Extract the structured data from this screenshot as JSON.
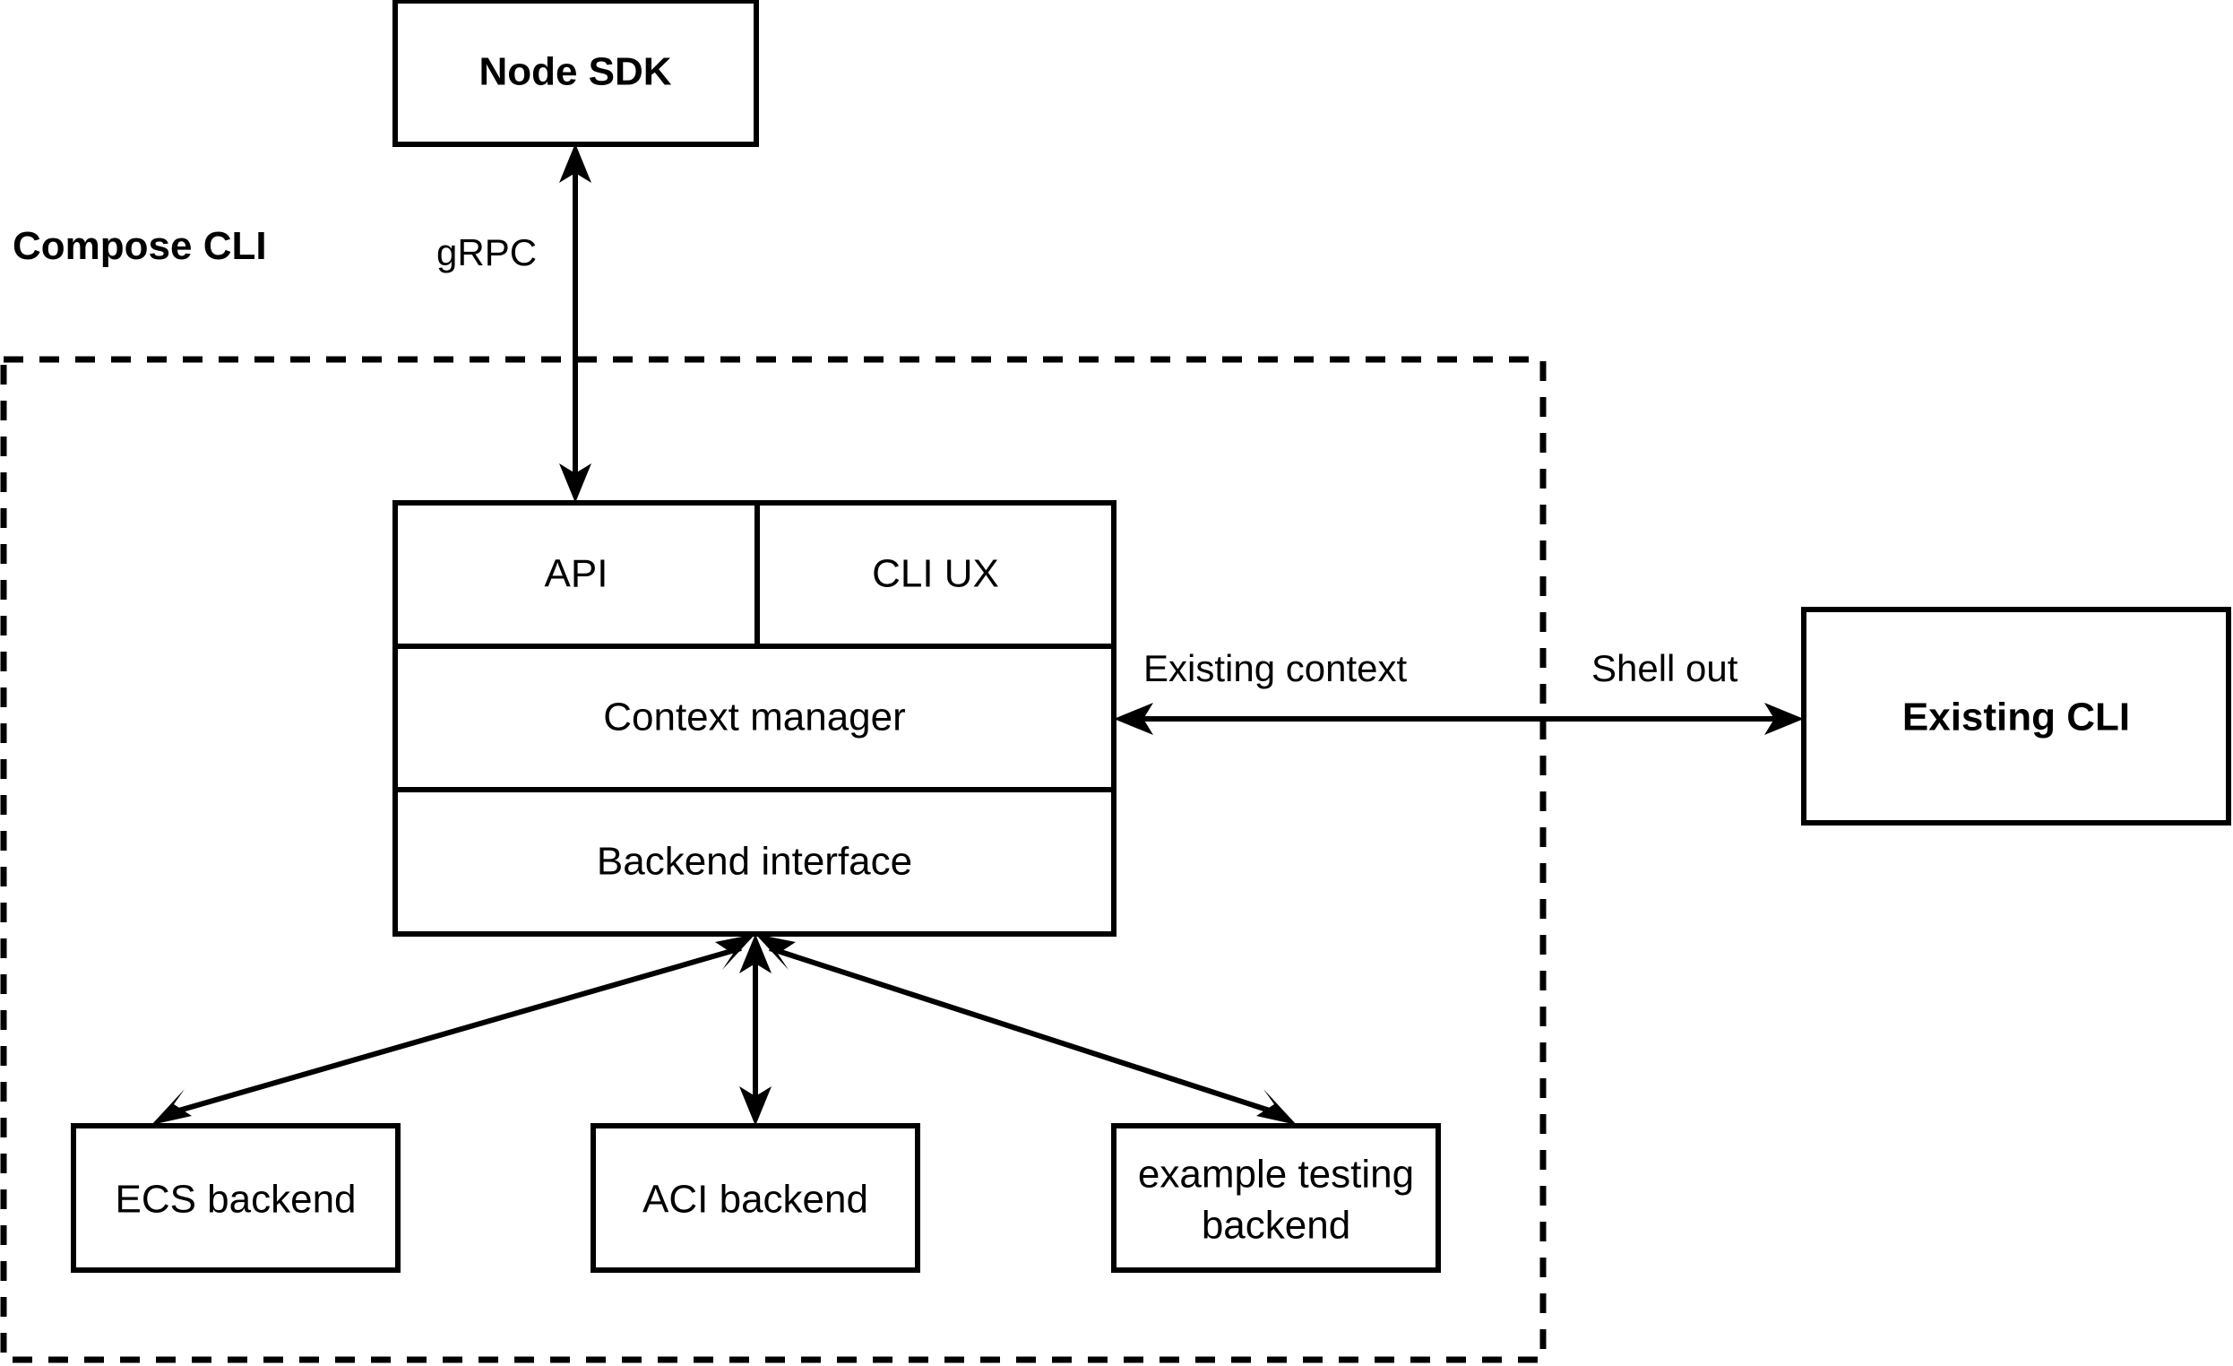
{
  "diagram": {
    "title_group": "Compose CLI",
    "nodes": {
      "node_sdk": {
        "label": "Node SDK",
        "weight": "bold"
      },
      "api": {
        "label": "API",
        "weight": "regular"
      },
      "cli_ux": {
        "label": "CLI UX",
        "weight": "regular"
      },
      "context_manager": {
        "label": "Context manager",
        "weight": "regular"
      },
      "backend_interface": {
        "label": "Backend interface",
        "weight": "regular"
      },
      "existing_cli": {
        "label": "Existing CLI",
        "weight": "bold"
      },
      "ecs_backend": {
        "label": "ECS backend",
        "weight": "regular"
      },
      "aci_backend": {
        "label": "ACI backend",
        "weight": "regular"
      },
      "example_testing_backend_line1": {
        "label": "example testing",
        "weight": "regular"
      },
      "example_testing_backend_line2": {
        "label": "backend",
        "weight": "regular"
      }
    },
    "edges": {
      "grpc": {
        "label": "gRPC"
      },
      "existing_context": {
        "label": "Existing context"
      },
      "shell_out": {
        "label": "Shell out"
      }
    },
    "colors": {
      "stroke": "#000000",
      "fill": "#ffffff",
      "text": "#000000"
    }
  }
}
